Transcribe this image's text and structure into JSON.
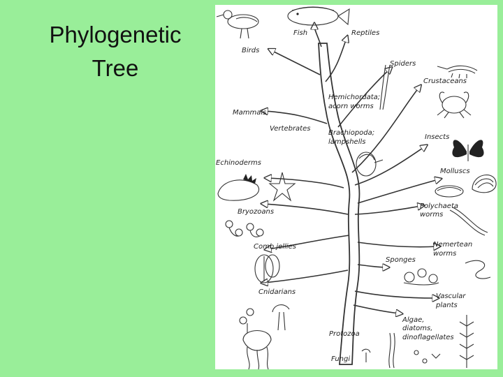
{
  "slide": {
    "title_line1": "Phylogenetic",
    "title_line2": "Tree"
  },
  "tree": {
    "labels": {
      "fish": "Fish",
      "reptiles": "Reptiles",
      "birds": "Birds",
      "spiders": "Spiders",
      "crustaceans": "Crustaceans",
      "hemichordata_1": "Hemichordata;",
      "hemichordata_2": "acorn worms",
      "mammals": "Mammals",
      "vertebrates": "Vertebrates",
      "brachiopoda_1": "Brachiopoda;",
      "brachiopoda_2": "lampshells",
      "insects": "Insects",
      "echinoderms": "Echinoderms",
      "molluscs": "Molluscs",
      "polychaeta_1": "Polychaeta",
      "polychaeta_2": "worms",
      "bryozoans": "Bryozoans",
      "nemertean_1": "Nemertean",
      "nemertean_2": "worms",
      "comb_jellies": "Comb jellies",
      "sponges": "Sponges",
      "cnidarians": "Cnidarians",
      "vascular_1": "Vascular",
      "vascular_2": "plants",
      "algae_1": "Algae,",
      "algae_2": "diatoms,",
      "algae_3": "dinoflagellates",
      "protozoa": "Protozoa",
      "fungi": "Fungi"
    },
    "icons": [
      "sandpiper-icon",
      "flatfish-icon",
      "shrimp-icon",
      "crab-icon",
      "butterfly-icon",
      "clam-icon",
      "lampshell-icon",
      "sea-cucumber-icon",
      "starfish-icon",
      "bryozoan-icon",
      "polychaete-worm-icon",
      "nemertean-worm-icon",
      "comb-jelly-icon",
      "sponge-icon",
      "cnidarian-icon",
      "jellyfish-icon",
      "vascular-plant-icon",
      "algae-icon",
      "fungi-icon",
      "acorn-worm-icon"
    ]
  }
}
